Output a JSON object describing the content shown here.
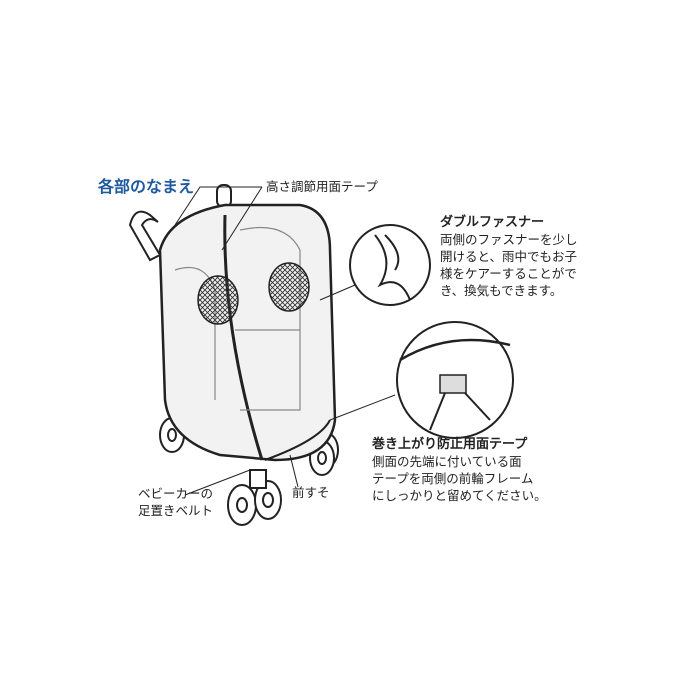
{
  "title": "各部のなまえ",
  "labels": {
    "height_tape": "高さ調節用面テープ",
    "front_hem": "前すそ",
    "footrest_belt_1": "ベビーカーの",
    "footrest_belt_2": "足置きベルト"
  },
  "callouts": [
    {
      "heading": "ダブルファスナー",
      "lines": [
        "両側のファスナーを少し",
        "開けると、雨中でもお子",
        "様をケアーすることがで",
        "き、換気もできます。"
      ]
    },
    {
      "heading": "巻き上がり防止用面テープ",
      "lines": [
        "側面の先端に付いている面",
        "テープを両側の前輪フレーム",
        "にしっかりと留めてください。"
      ]
    }
  ],
  "colors": {
    "title": "#1f5a9e",
    "line": "#222222",
    "cover": "#f2f2f2"
  }
}
